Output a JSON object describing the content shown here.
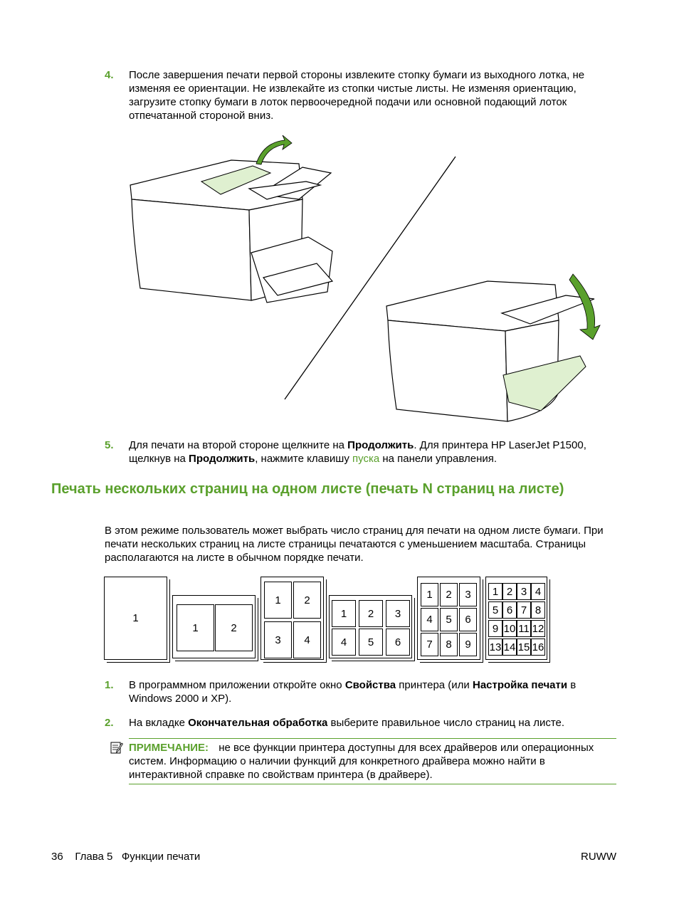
{
  "steps_top": [
    {
      "num": "4.",
      "text": "После завершения печати первой стороны извлеките стопку бумаги из выходного лотка, не изменяя ее ориентации. Не извлекайте из стопки чистые листы. Не изменяя ориентацию, загрузите стопку бумаги в лоток первоочередной подачи или основной подающий лоток отпечатанной стороной вниз."
    }
  ],
  "step5": {
    "num": "5.",
    "part1": "Для печати на второй стороне щелкните на ",
    "bold1": "Продолжить",
    "part2": ". Для принтера HP LaserJet P1500, щелкнув на ",
    "bold2": "Продолжить",
    "part3": ", нажмите клавишу ",
    "link": "пуска",
    "part4": " на панели управления."
  },
  "heading": "Печать нескольких страниц на одном листе (печать N страниц на листе)",
  "intro": "В этом режиме пользователь может выбрать число страниц для печати на одном листе бумаги. При печати нескольких страниц на листе страницы печатаются с уменьшением масштаба. Страницы располагаются на листе в обычном порядке печати.",
  "nup_labels": {
    "one": [
      "1"
    ],
    "two": [
      "1",
      "2"
    ],
    "four": [
      "1",
      "2",
      "3",
      "4"
    ],
    "six": [
      "1",
      "2",
      "3",
      "4",
      "5",
      "6"
    ],
    "nine": [
      "1",
      "2",
      "3",
      "4",
      "5",
      "6",
      "7",
      "8",
      "9"
    ],
    "sixteen": [
      "1",
      "2",
      "3",
      "4",
      "5",
      "6",
      "7",
      "8",
      "9",
      "10",
      "11",
      "12",
      "13",
      "14",
      "15",
      "16"
    ]
  },
  "step1": {
    "num": "1.",
    "part1": "В программном приложении откройте окно ",
    "bold1": "Свойства",
    "part2": " принтера (или ",
    "bold2": "Настройка печати",
    "part3": " в Windows 2000 и XP)."
  },
  "step2": {
    "num": "2.",
    "part1": "На вкладке ",
    "bold1": "Окончательная обработка",
    "part2": " выберите правильное число страниц на листе."
  },
  "note": {
    "label": "ПРИМЕЧАНИЕ:",
    "text": "не все функции принтера доступны для всех драйверов или операционных систем. Информацию о наличии функций для конкретного драйвера можно найти в интерактивной справке по свойствам принтера (в драйвере)."
  },
  "footer": {
    "page": "36",
    "chapter": "Глава 5",
    "section": "Функции печати",
    "right": "RUWW"
  },
  "colors": {
    "accent": "#5aa02c",
    "paper": "#dff0d0"
  }
}
